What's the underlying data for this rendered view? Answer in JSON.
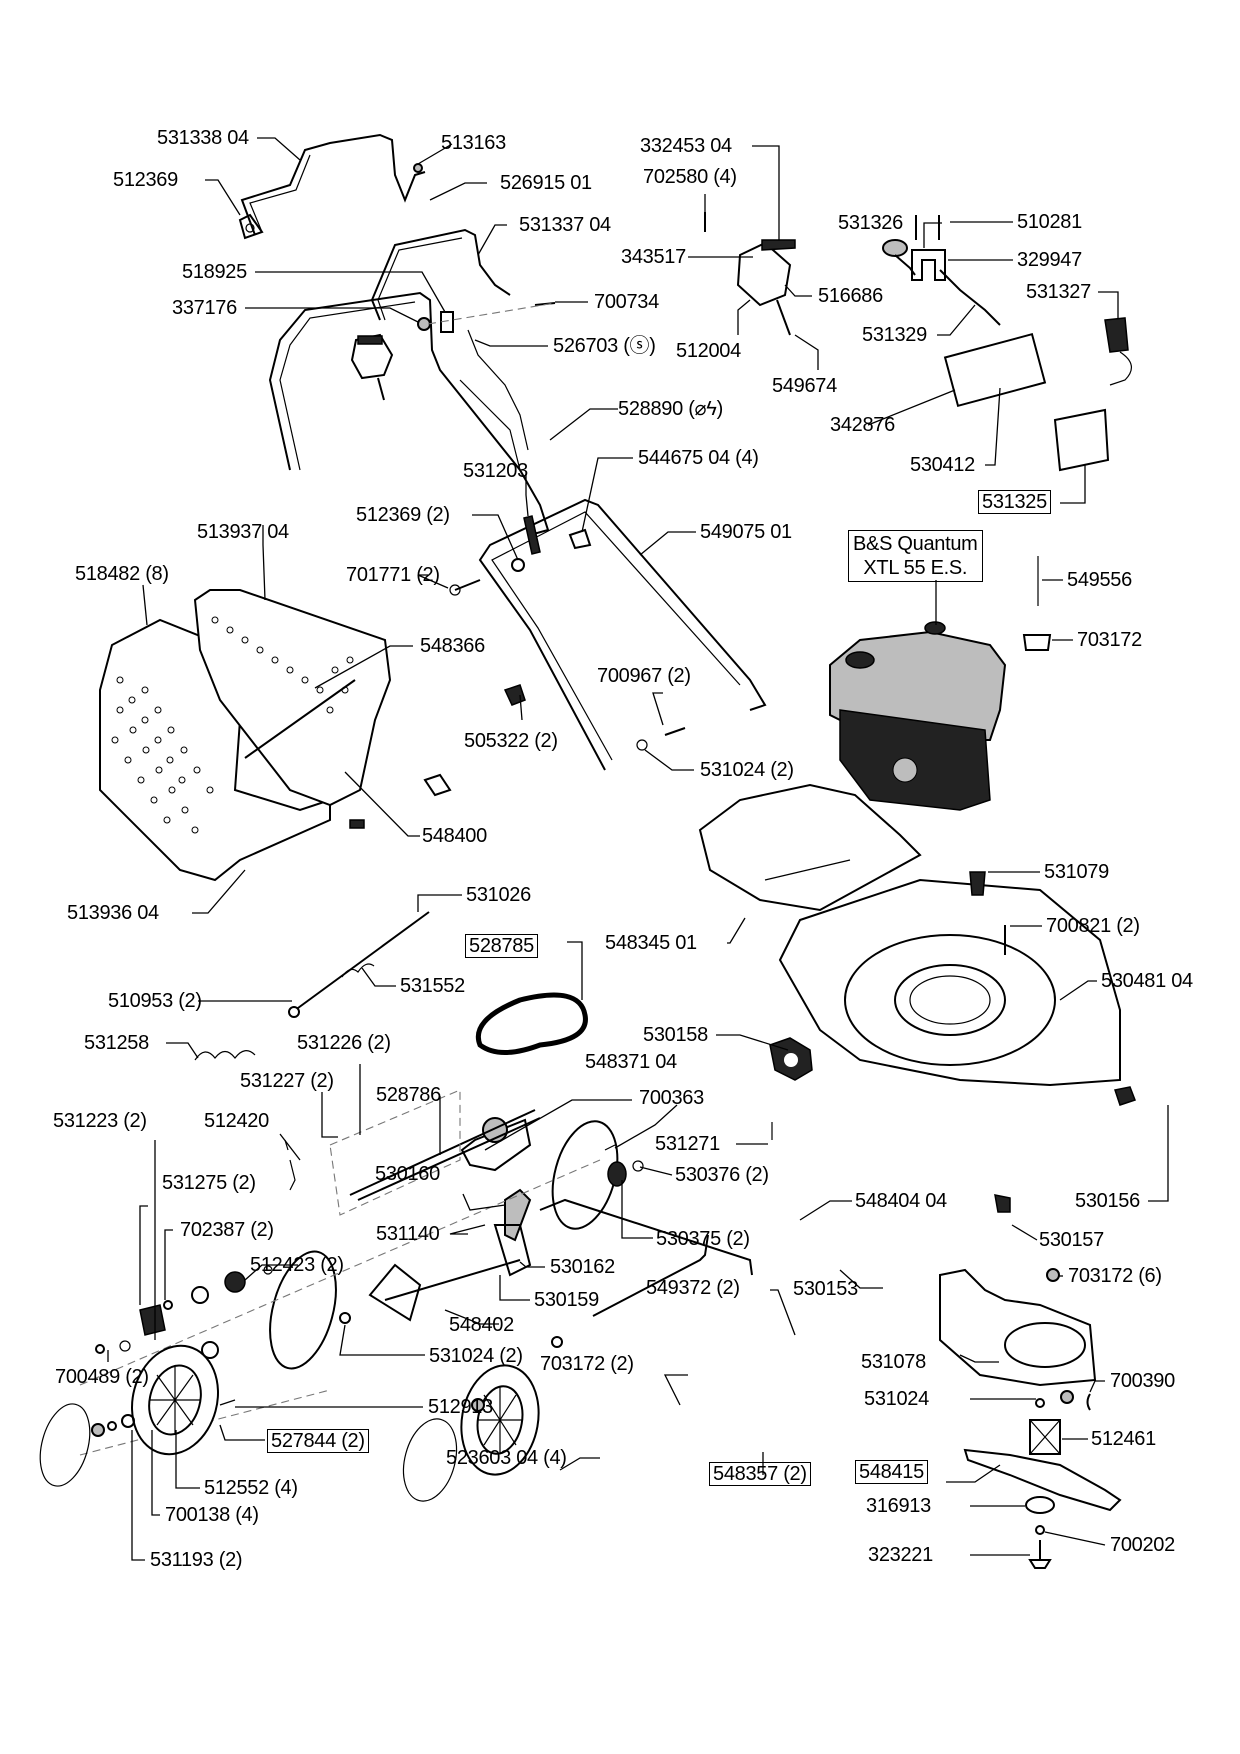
{
  "diagram": {
    "title": "Lawn mower exploded parts view",
    "engine_label": [
      "B&S Quantum",
      "XTL 55 E.S."
    ],
    "labels": {
      "p531338_04": "531338 04",
      "p513163": "513163",
      "p512369": "512369",
      "p526915_01": "526915 01",
      "p531337_04": "531337 04",
      "p518925": "518925",
      "p337176": "337176",
      "p700734": "700734",
      "p526703": "526703 (ⓢ)",
      "p528890": "528890 (⌀ϟ)",
      "p332453_04": "332453 04",
      "p702580": "702580 (4)",
      "p343517": "343517",
      "p516686": "516686",
      "p512004": "512004",
      "p549674": "549674",
      "p531326": "531326",
      "p510281": "510281",
      "p329947": "329947",
      "p531327": "531327",
      "p531329": "531329",
      "p342876": "342876",
      "p530412": "530412",
      "p531325": "531325",
      "p531203": "531203",
      "p544675_04": "544675 04 (4)",
      "p512369_2": "512369 (2)",
      "p549075_01": "549075 01",
      "p513937_04": "513937 04",
      "p701771": "701771 (2)",
      "p518482": "518482 (8)",
      "p548366": "548366",
      "p700967": "700967 (2)",
      "p505322": "505322 (2)",
      "p531024_2a": "531024 (2)",
      "p549556": "549556",
      "p703172": "703172",
      "p548400": "548400",
      "p531079": "531079",
      "p513936_04": "513936 04",
      "p531026": "531026",
      "p700821": "700821 (2)",
      "p548345_01": "548345 01",
      "p528785": "528785",
      "p510953": "510953 (2)",
      "p531552": "531552",
      "p530481_04": "530481 04",
      "p531258": "531258",
      "p530158": "530158",
      "p531226": "531226 (2)",
      "p531227": "531227 (2)",
      "p548371_04": "548371 04",
      "p528786": "528786",
      "p700363": "700363",
      "p531223": "531223 (2)",
      "p512420": "512420",
      "p531271": "531271",
      "p530376": "530376 (2)",
      "p530160": "530160",
      "p530156": "530156",
      "p531275": "531275 (2)",
      "p548404_04": "548404 04",
      "p531140": "531140",
      "p530375": "530375 (2)",
      "p530157": "530157",
      "p702387": "702387 (2)",
      "p530162": "530162",
      "p512423": "512423 (2)",
      "p530159": "530159",
      "p549372": "549372 (2)",
      "p530153": "530153",
      "p703172_6": "703172 (6)",
      "p548402": "548402",
      "p531078": "531078",
      "p700489": "700489 (2)",
      "p531024_2b": "531024 (2)",
      "p703172_2": "703172 (2)",
      "p531024": "531024",
      "p700390": "700390",
      "p512913": "512913",
      "p512461": "512461",
      "p527844": "527844 (2)",
      "p523603_04": "523603 04 (4)",
      "p548357": "548357 (2)",
      "p548415": "548415",
      "p512552": "512552 (4)",
      "p316913": "316913",
      "p700138": "700138 (4)",
      "p700202": "700202",
      "p323221": "323221",
      "p531193": "531193 (2)"
    }
  }
}
